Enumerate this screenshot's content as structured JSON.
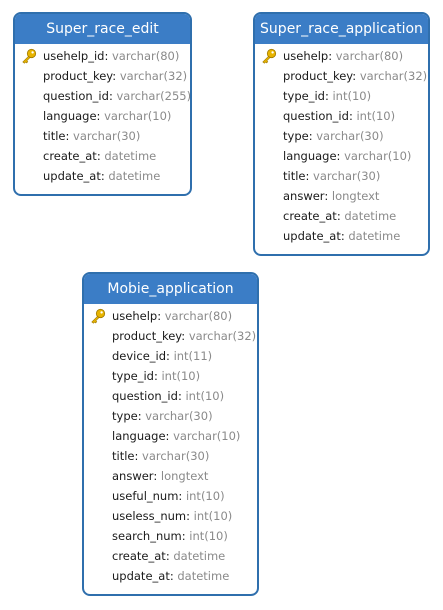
{
  "tables": [
    {
      "name": "Super_race_edit",
      "fields": [
        {
          "name": "usehelp_id",
          "type": "varchar(80)",
          "primary_key": true
        },
        {
          "name": "product_key",
          "type": "varchar(32)",
          "primary_key": false
        },
        {
          "name": "question_id",
          "type": "varchar(255)",
          "primary_key": false
        },
        {
          "name": "language",
          "type": "varchar(10)",
          "primary_key": false
        },
        {
          "name": "title",
          "type": "varchar(30)",
          "primary_key": false
        },
        {
          "name": "create_at",
          "type": "datetime",
          "primary_key": false
        },
        {
          "name": "update_at",
          "type": "datetime",
          "primary_key": false
        }
      ]
    },
    {
      "name": "Super_race_application",
      "fields": [
        {
          "name": "usehelp",
          "type": "varchar(80)",
          "primary_key": true
        },
        {
          "name": "product_key",
          "type": "varchar(32)",
          "primary_key": false
        },
        {
          "name": "type_id",
          "type": "int(10)",
          "primary_key": false
        },
        {
          "name": "question_id",
          "type": "int(10)",
          "primary_key": false
        },
        {
          "name": "type",
          "type": "varchar(30)",
          "primary_key": false
        },
        {
          "name": "language",
          "type": "varchar(10)",
          "primary_key": false
        },
        {
          "name": "title",
          "type": "varchar(30)",
          "primary_key": false
        },
        {
          "name": "answer",
          "type": "longtext",
          "primary_key": false
        },
        {
          "name": "create_at",
          "type": "datetime",
          "primary_key": false
        },
        {
          "name": "update_at",
          "type": "datetime",
          "primary_key": false
        }
      ]
    },
    {
      "name": "Mobie_application",
      "fields": [
        {
          "name": "usehelp",
          "type": "varchar(80)",
          "primary_key": true
        },
        {
          "name": "product_key",
          "type": "varchar(32)",
          "primary_key": false
        },
        {
          "name": "device_id",
          "type": "int(11)",
          "primary_key": false
        },
        {
          "name": "type_id",
          "type": "int(10)",
          "primary_key": false
        },
        {
          "name": "question_id",
          "type": "int(10)",
          "primary_key": false
        },
        {
          "name": "type",
          "type": "varchar(30)",
          "primary_key": false
        },
        {
          "name": "language",
          "type": "varchar(10)",
          "primary_key": false
        },
        {
          "name": "title",
          "type": "varchar(30)",
          "primary_key": false
        },
        {
          "name": "answer",
          "type": "longtext",
          "primary_key": false
        },
        {
          "name": "useful_num",
          "type": "int(10)",
          "primary_key": false
        },
        {
          "name": "useless_num",
          "type": "int(10)",
          "primary_key": false
        },
        {
          "name": "search_num",
          "type": "int(10)",
          "primary_key": false
        },
        {
          "name": "create_at",
          "type": "datetime",
          "primary_key": false
        },
        {
          "name": "update_at",
          "type": "datetime",
          "primary_key": false
        }
      ]
    }
  ],
  "field_separator": ":",
  "colors": {
    "header_bg": "#3b7dc6",
    "border": "#2f6fad",
    "field_name": "#1a1a1a",
    "field_type": "#8a8a8a",
    "key_icon": "#e8b400"
  },
  "icons": {
    "primary_key": "key-icon"
  }
}
